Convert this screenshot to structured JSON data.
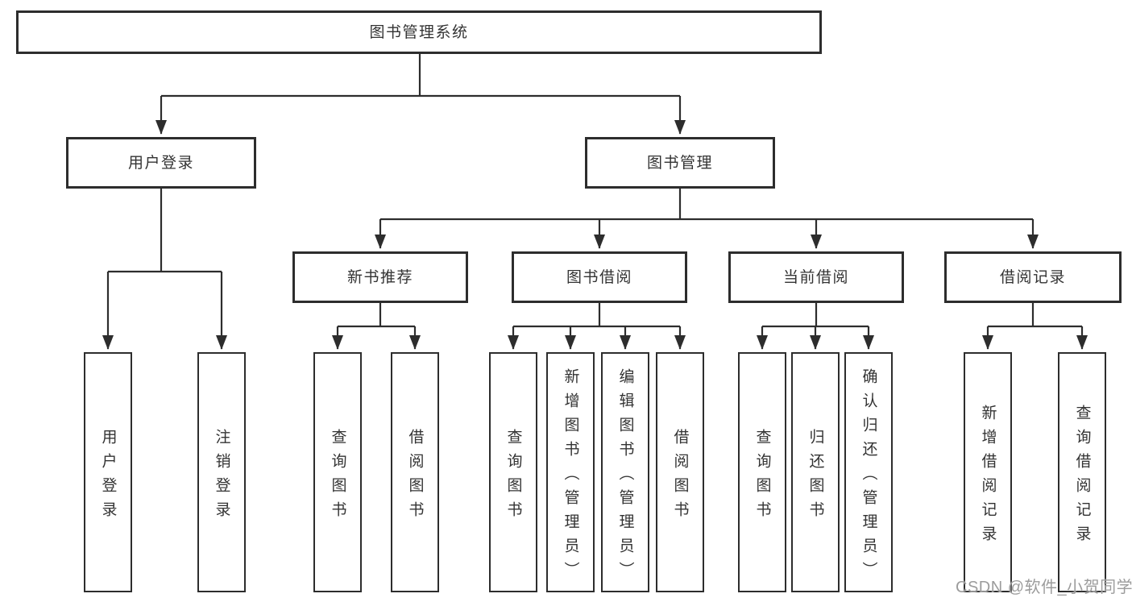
{
  "tree": {
    "label": "图书管理系统",
    "children": [
      {
        "label": "用户登录",
        "children": [
          {
            "label": "用户登录"
          },
          {
            "label": "注销登录"
          }
        ]
      },
      {
        "label": "图书管理",
        "children": [
          {
            "label": "新书推荐",
            "children": [
              {
                "label": "查询图书"
              },
              {
                "label": "借阅图书"
              }
            ]
          },
          {
            "label": "图书借阅",
            "children": [
              {
                "label": "查询图书"
              },
              {
                "label": "新增图书（管理员）"
              },
              {
                "label": "编辑图书（管理员）"
              },
              {
                "label": "借阅图书"
              }
            ]
          },
          {
            "label": "当前借阅",
            "children": [
              {
                "label": "查询图书"
              },
              {
                "label": "归还图书"
              },
              {
                "label": "确认归还（管理员）"
              }
            ]
          },
          {
            "label": "借阅记录",
            "children": [
              {
                "label": "新增借阅记录"
              },
              {
                "label": "查询借阅记录"
              }
            ]
          }
        ]
      }
    ]
  },
  "watermark": {
    "text": "CSDN @软件_小贺同学"
  },
  "colors": {
    "line": "#2d2d2d",
    "text": "#333333",
    "box_background": "#ffffff",
    "watermark": "#9c9c9c"
  }
}
